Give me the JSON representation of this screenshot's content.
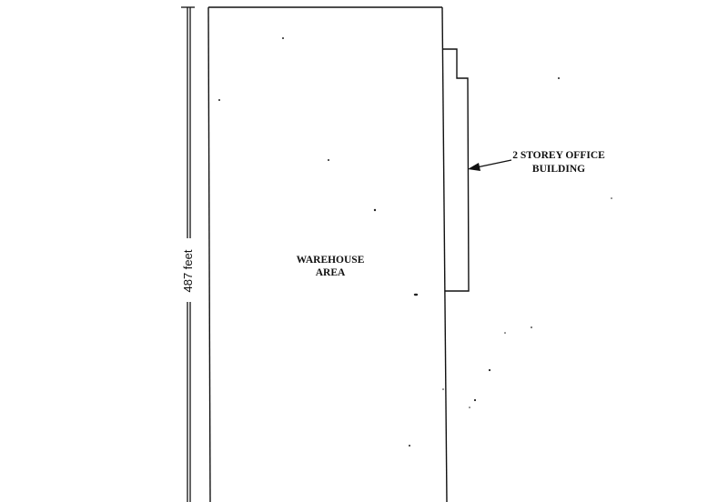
{
  "dimension": {
    "length_label": "487 feet"
  },
  "warehouse": {
    "line1": "WAREHOUSE",
    "line2": "AREA"
  },
  "office": {
    "line1": "2 STOREY OFFICE",
    "line2": "BUILDING"
  },
  "colors": {
    "ink": "#111111",
    "paper": "#ffffff"
  }
}
